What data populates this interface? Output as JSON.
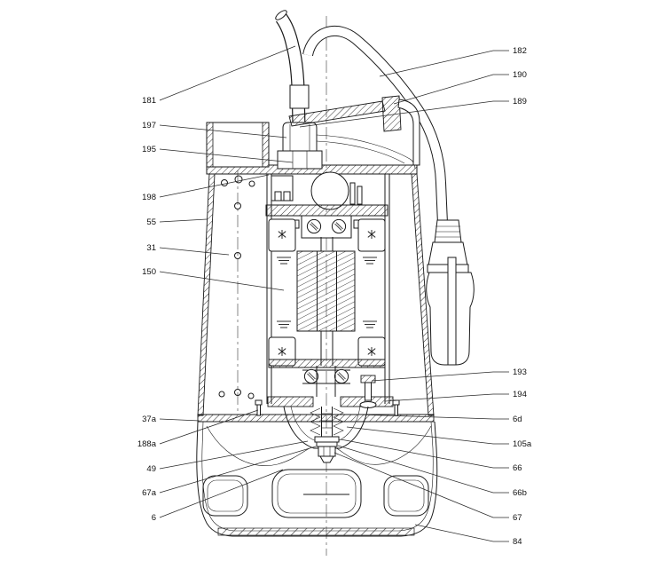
{
  "figure": {
    "kind": "technical sectional drawing",
    "subject": "submersible pump cross-section with numbered part callouts",
    "background_color": "#ffffff",
    "line_color": "#1a1a1a"
  },
  "callouts": {
    "left": [
      {
        "label": "181"
      },
      {
        "label": "197"
      },
      {
        "label": "195"
      },
      {
        "label": "198"
      },
      {
        "label": "55"
      },
      {
        "label": "31"
      },
      {
        "label": "150"
      },
      {
        "label": "37a"
      },
      {
        "label": "188a"
      },
      {
        "label": "49"
      },
      {
        "label": "67a"
      },
      {
        "label": "6"
      }
    ],
    "right": [
      {
        "label": "182"
      },
      {
        "label": "190"
      },
      {
        "label": "189"
      },
      {
        "label": "193"
      },
      {
        "label": "194"
      },
      {
        "label": "6d"
      },
      {
        "label": "105a"
      },
      {
        "label": "66"
      },
      {
        "label": "66b"
      },
      {
        "label": "67"
      },
      {
        "label": "84"
      }
    ]
  }
}
